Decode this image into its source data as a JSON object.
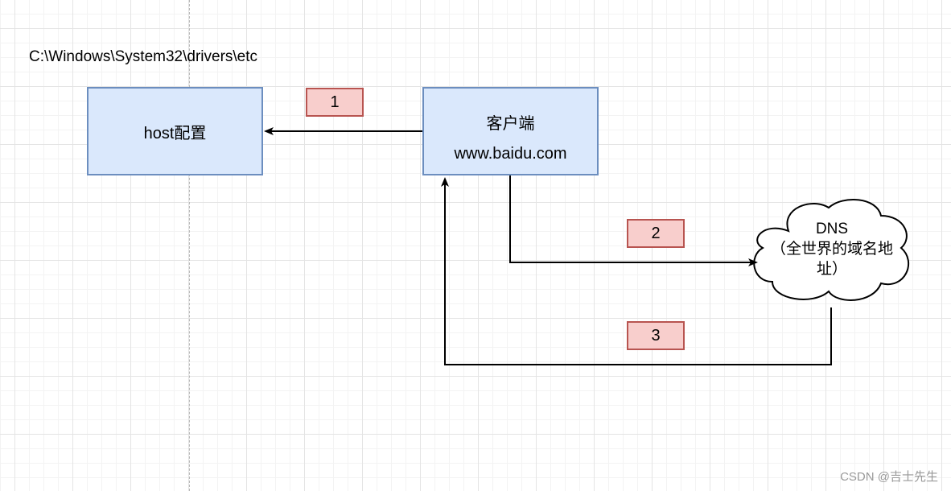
{
  "path_label": "C:\\Windows\\System32\\drivers\\etc",
  "host_node": {
    "label": "host配置"
  },
  "client_node": {
    "title": "客户端",
    "subtitle": "www.baidu.com"
  },
  "dns_node": {
    "line1": "DNS",
    "line2": "（全世界的域名地",
    "line3": "址）"
  },
  "steps": [
    "1",
    "2",
    "3"
  ],
  "colors": {
    "node_fill": "#dae8fc",
    "node_border": "#6c8ebf",
    "step_fill": "#f8cecc",
    "step_border": "#b85450"
  },
  "watermark": "CSDN @吉士先生"
}
